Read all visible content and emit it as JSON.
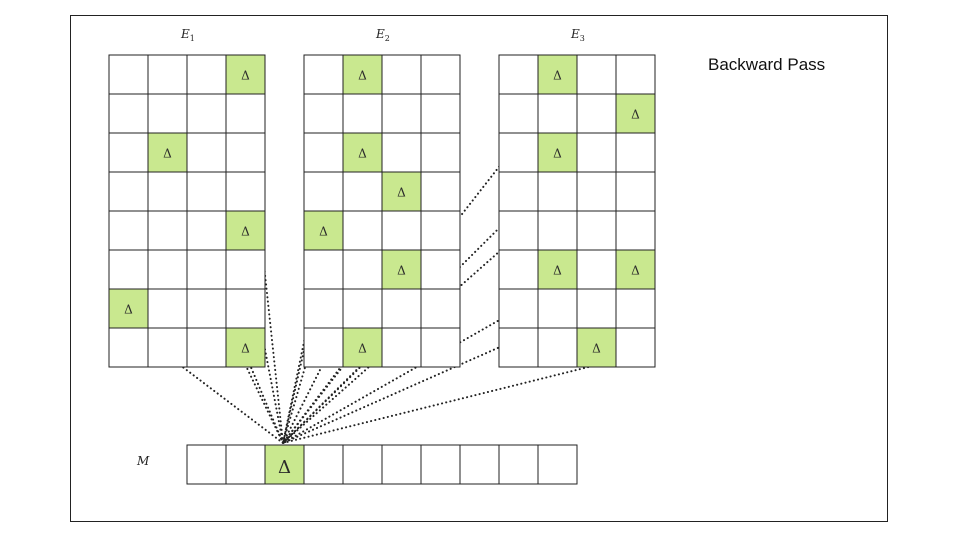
{
  "title": "Backward Pass",
  "grids": [
    {
      "label": "E",
      "subscript": "1",
      "rows": 8,
      "cols": 4,
      "highlighted": [
        [
          0,
          3
        ],
        [
          2,
          1
        ],
        [
          4,
          3
        ],
        [
          6,
          0
        ],
        [
          7,
          3
        ]
      ]
    },
    {
      "label": "E",
      "subscript": "2",
      "rows": 8,
      "cols": 4,
      "highlighted": [
        [
          0,
          1
        ],
        [
          2,
          1
        ],
        [
          3,
          2
        ],
        [
          4,
          0
        ],
        [
          5,
          2
        ],
        [
          7,
          1
        ]
      ]
    },
    {
      "label": "E",
      "subscript": "3",
      "rows": 8,
      "cols": 4,
      "highlighted": [
        [
          0,
          1
        ],
        [
          1,
          3
        ],
        [
          2,
          1
        ],
        [
          5,
          1
        ],
        [
          5,
          3
        ],
        [
          7,
          2
        ]
      ]
    }
  ],
  "memory": {
    "label": "M",
    "cells": 10,
    "highlighted_index": 2
  },
  "glyph": "Δ",
  "colors": {
    "highlight": "#c9e88f",
    "stroke": "#222222"
  }
}
